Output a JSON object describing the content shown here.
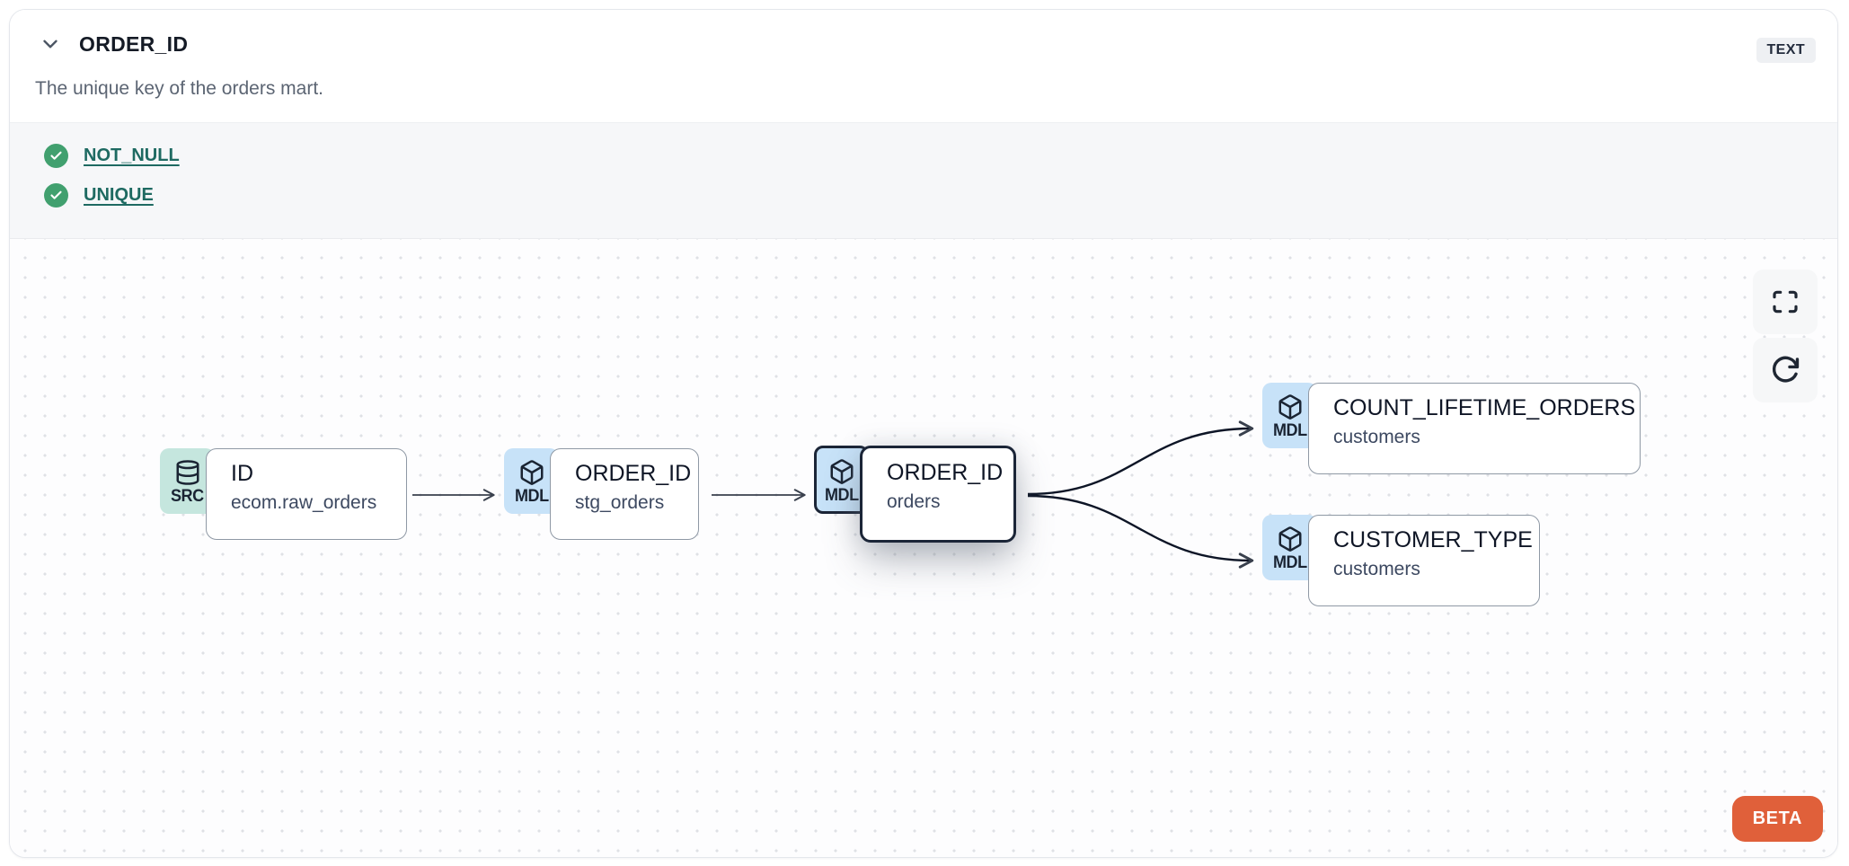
{
  "header": {
    "title": "ORDER_ID",
    "type_badge": "TEXT",
    "description": "The unique key of the orders mart.",
    "collapse_icon": "chevron-down-icon"
  },
  "tests": {
    "items": [
      {
        "label": "NOT_NULL",
        "status": "pass",
        "icon": "check-circle-icon"
      },
      {
        "label": "UNIQUE",
        "status": "pass",
        "icon": "check-circle-icon"
      }
    ]
  },
  "lineage": {
    "nodes": [
      {
        "badge": "SRC",
        "icon": "database-icon",
        "title": "ID",
        "subtitle": "ecom.raw_orders",
        "selected": false
      },
      {
        "badge": "MDL",
        "icon": "cube-icon",
        "title": "ORDER_ID",
        "subtitle": "stg_orders",
        "selected": false
      },
      {
        "badge": "MDL",
        "icon": "cube-icon",
        "title": "ORDER_ID",
        "subtitle": "orders",
        "selected": true
      },
      {
        "badge": "MDL",
        "icon": "cube-icon",
        "title": "COUNT_LIFETIME_ORDERS",
        "subtitle": "customers",
        "selected": false
      },
      {
        "badge": "MDL",
        "icon": "cube-icon",
        "title": "CUSTOMER_TYPE",
        "subtitle": "customers",
        "selected": false
      }
    ],
    "edges": [
      {
        "from": "ID (ecom.raw_orders)",
        "to": "ORDER_ID (stg_orders)"
      },
      {
        "from": "ORDER_ID (stg_orders)",
        "to": "ORDER_ID (orders)"
      },
      {
        "from": "ORDER_ID (orders)",
        "to": "COUNT_LIFETIME_ORDERS (customers)"
      },
      {
        "from": "ORDER_ID (orders)",
        "to": "CUSTOMER_TYPE (customers)"
      }
    ],
    "controls": {
      "fullscreen": "fullscreen-icon",
      "refresh": "refresh-icon"
    },
    "beta_label": "BETA"
  },
  "colors": {
    "link_teal": "#1e6a62",
    "check_green": "#41a06f",
    "beta_orange": "#e0603a",
    "src_badge_bg": "#c5e6de",
    "mdl_badge_bg": "#c7e2f8",
    "node_border": "#8f99a5",
    "selected_border": "#1b2537",
    "tests_bg": "#f6f7f9",
    "type_badge_bg": "#eef0f3"
  }
}
